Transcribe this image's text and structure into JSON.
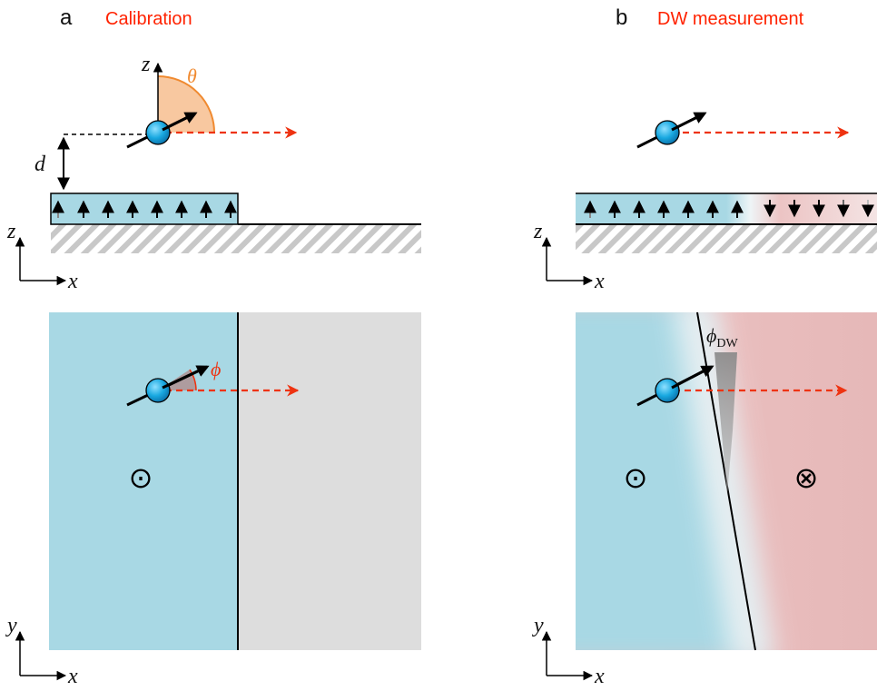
{
  "panel_a": {
    "letter": "a",
    "title": "Calibration",
    "angle_theta": "θ",
    "distance_label": "d",
    "angle_phi": "ϕ",
    "side_axes": {
      "vertical": "z",
      "horizontal": "x"
    },
    "top_axes": {
      "vertical": "y",
      "horizontal": "x"
    },
    "out_of_plane_symbol": "⊙"
  },
  "panel_b": {
    "letter": "b",
    "title": "DW measurement",
    "angle_phi_dw": "ϕ",
    "angle_phi_dw_sub": "DW",
    "side_axes": {
      "vertical": "z",
      "horizontal": "x"
    },
    "top_axes": {
      "vertical": "y",
      "horizontal": "x"
    },
    "out_of_plane_symbol": "⊙",
    "into_plane_symbol": "⊗"
  },
  "colors": {
    "title_red": "#ff2200",
    "up_domain": "#a8d8e4",
    "down_domain": "#ecc4c4",
    "bare_region": "#dddddd",
    "trajectory": "#ee3311",
    "sensor_ball": "#1ab0e8",
    "theta_wedge": "#f8c8a0",
    "theta_arc": "#f08a30"
  },
  "icons": {
    "sensor": "nv-spin-ball-icon",
    "moment_up": "up-arrow-icon",
    "moment_down": "down-arrow-icon"
  }
}
